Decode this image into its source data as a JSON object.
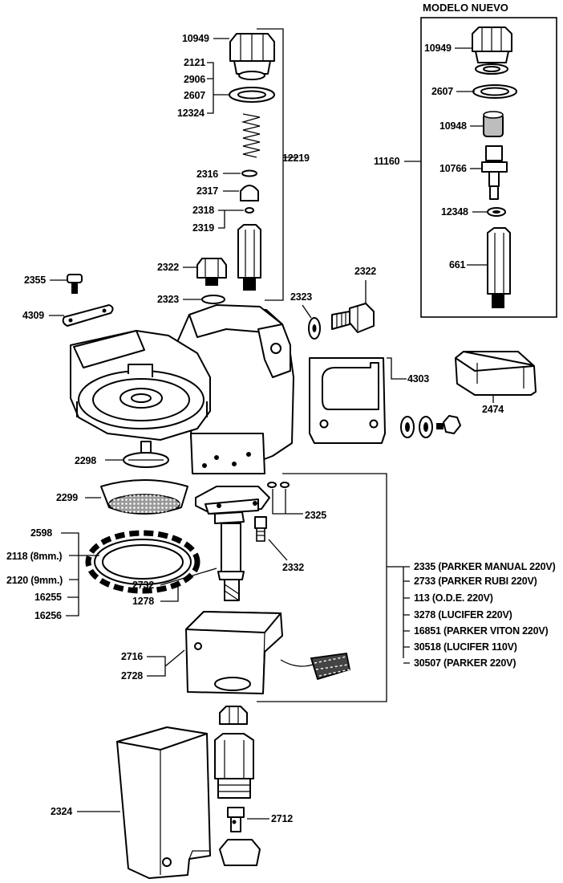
{
  "diagram": {
    "inset_title": "MODELO NUEVO",
    "labels": {
      "l10949": "10949",
      "l2121": "2121",
      "l2906": "2906",
      "l2607": "2607",
      "l12324": "12324",
      "l12219": "12219",
      "l2316": "2316",
      "l2317": "2317",
      "l2318": "2318",
      "l2319": "2319",
      "l2322a": "2322",
      "l2323a": "2323",
      "l2355": "2355",
      "l4309": "4309",
      "l2323b": "2323",
      "l2322b": "2322",
      "l4303": "4303",
      "l2474": "2474",
      "l2298": "2298",
      "l2299": "2299",
      "l2325": "2325",
      "l2598": "2598",
      "l2118": "2118 (8mm.)",
      "l2120": "2120 (9mm.)",
      "l16255": "16255",
      "l16256": "16256",
      "l2732": "2732",
      "l1278": "1278",
      "l2332": "2332",
      "l2716": "2716",
      "l2728": "2728",
      "l2324": "2324",
      "l2712": "2712",
      "n10949": "10949",
      "n2607": "2607",
      "n10948": "10948",
      "n11160": "11160",
      "n10766": "10766",
      "n12348": "12348",
      "n661": "661"
    },
    "valve_list": [
      "2335 (PARKER MANUAL 220V)",
      "2733 (PARKER RUBI 220V)",
      "113 (O.D.E. 220V)",
      "3278 (LUCIFER 220V)",
      "16851 (PARKER VITON 220V)",
      "30518 (LUCIFER 110V)",
      "30507 (PARKER 220V)"
    ]
  }
}
